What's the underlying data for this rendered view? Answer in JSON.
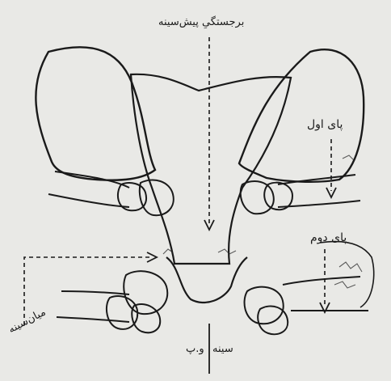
{
  "labels": {
    "top": "برجستگیِ پیش‌سینه",
    "first_leg": "پای اول",
    "second_leg": "پای دوم",
    "side": "میان‌سینه",
    "bottom_right": "سینه",
    "bottom_left": "و.پ"
  },
  "colors": {
    "ink": "#1a1a1a",
    "paper": "#e9e9e6"
  }
}
